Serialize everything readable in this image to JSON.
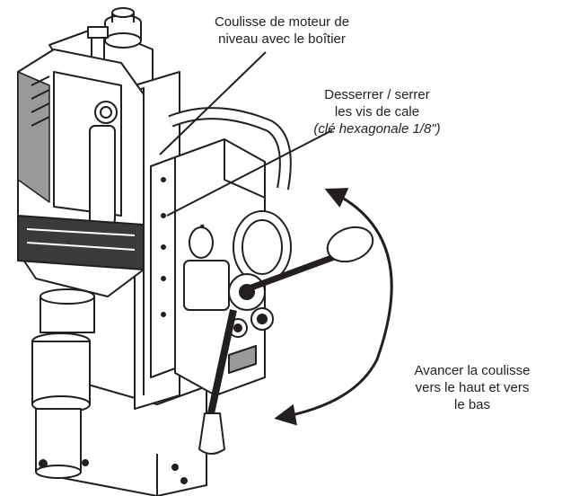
{
  "callouts": {
    "motor_slide": {
      "lines": [
        "Coulisse de moteur de",
        "niveau avec le boîtier"
      ]
    },
    "gib_screws": {
      "lines": [
        "Desserrer / serrer",
        "les vis de cale"
      ],
      "note": "(clé hexagonale 1/8\")"
    },
    "advance_slide": {
      "lines": [
        "Avancer la coulisse",
        "vers le haut et vers",
        "le bas"
      ]
    }
  },
  "colors": {
    "ink": "#231f20",
    "fill": "#ffffff",
    "shade": "#3a3a3a",
    "light_shade": "#9a9a9a"
  },
  "icons": {
    "drill": "magnetic-drill-illustration",
    "arrow": "double-headed-curved-arrow"
  }
}
